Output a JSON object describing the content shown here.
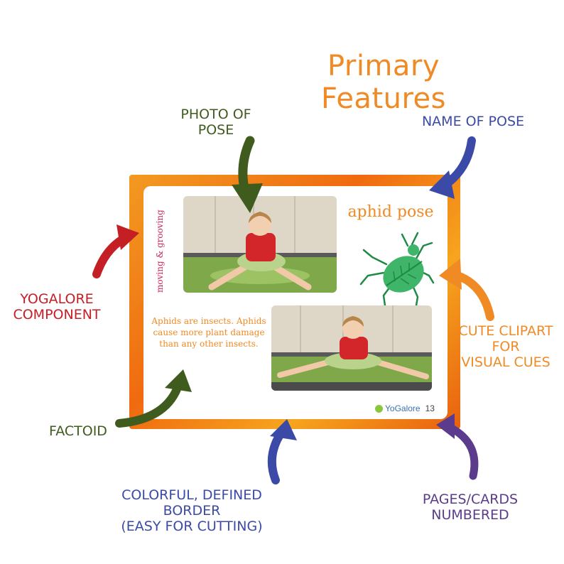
{
  "title": "Primary Features",
  "callouts": {
    "photo": [
      "Photo of",
      "Pose"
    ],
    "name_of_pose": "Name of pose",
    "yogalore": [
      "YogaLore",
      "Component"
    ],
    "clipart": [
      "Cute Clipart for",
      "Visual Cues"
    ],
    "factoid": "Factoid",
    "border": [
      "Colorful, Defined Border",
      "(easy for cutting)"
    ],
    "pages": [
      "Pages/Cards",
      "Numbered"
    ]
  },
  "card": {
    "side_label": "moving & grooving",
    "pose_name": "aphid pose",
    "factoid": "Aphids are insects. Aphids cause more plant damage than any other insects.",
    "brand": "YoGalore",
    "page_number": "13"
  },
  "colors": {
    "title": "#f08a25",
    "green_arrow": "#3f5c1e",
    "navy_arrow": "#3b4aa6",
    "red_arrow": "#c51f26",
    "orange_arrow": "#f08a25",
    "purple_arrow": "#5b3c8c",
    "border": "#f06a10"
  },
  "icons": [
    "aphid-clipart-icon",
    "yogalore-logo-icon"
  ]
}
